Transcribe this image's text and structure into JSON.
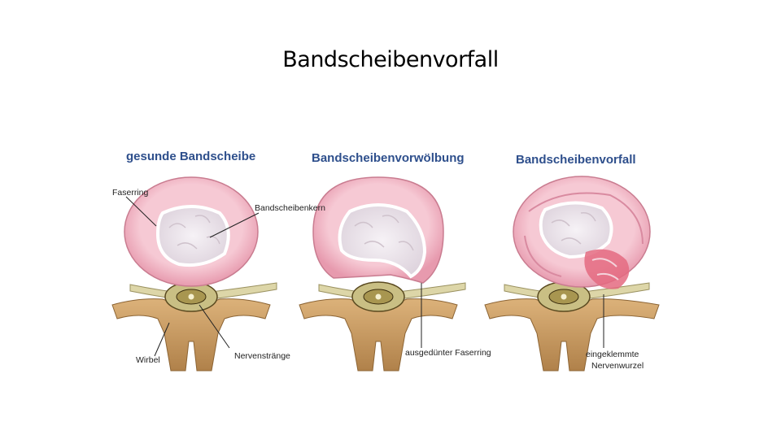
{
  "slide": {
    "title": "Bandscheibenvorfall"
  },
  "panels": [
    {
      "title": "gesunde Bandscheibe"
    },
    {
      "title": "Bandscheibenvorwölbung"
    },
    {
      "title": "Bandscheibenvorfall"
    }
  ],
  "labels": {
    "faserring": "Faserring",
    "bandscheibenkern": "Bandscheibenkern",
    "wirbel": "Wirbel",
    "nervenstraenge": "Nervenstränge",
    "ausgeduenter_faserring": "ausgedünter Faserring",
    "eingeklemmte_line1": "eingeklemmte",
    "eingeklemmte_line2": "Nervenwurzel"
  },
  "colors": {
    "title_blue": "#2e4f8c",
    "annulus_pink": "#f2b3c3",
    "nucleus": "#ece6ec",
    "bone": "#c99a5c",
    "nerve": "#ddd6a8",
    "herniation_red": "#e46a80"
  }
}
